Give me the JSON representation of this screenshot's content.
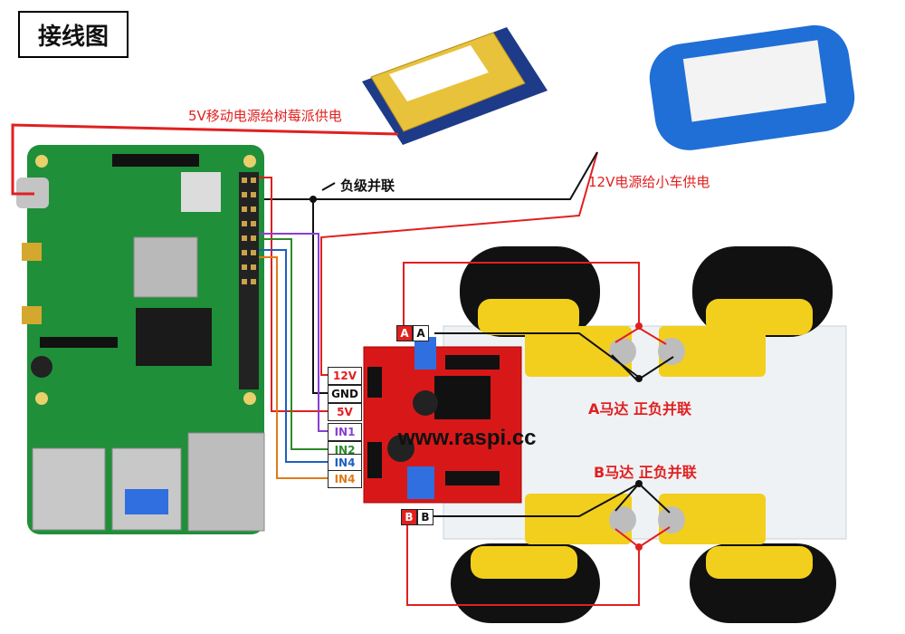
{
  "title": "接线图",
  "captions": {
    "pi_power": "5V移动电源给树莓派供电",
    "car_power": "12V电源给小车供电",
    "ground_parallel": "负级并联",
    "motor_a": "A马达 正负并联",
    "motor_b": "B马达 正负并联"
  },
  "pins": [
    {
      "label": "12V",
      "class": "pin-red"
    },
    {
      "label": "GND",
      "class": "pin-black"
    },
    {
      "label": "5V",
      "class": "pin-red"
    },
    {
      "label": "IN1",
      "class": "pin-purple"
    },
    {
      "label": "IN2",
      "class": "pin-green"
    },
    {
      "label": "IN4",
      "class": "pin-blue"
    },
    {
      "label": "IN4",
      "class": "pin-orange"
    }
  ],
  "terminals": {
    "a1": "A",
    "a2": "A",
    "b1": "B",
    "b2": "B"
  },
  "watermark": "www.raspi.cc",
  "colors": {
    "wire_red": "#e02020",
    "wire_black": "#111111",
    "wire_purple": "#8a3fd0",
    "wire_green": "#2c8a2c",
    "wire_blue": "#1e5fc0",
    "wire_orange": "#e07a18",
    "pcb_green": "#1f8f3a",
    "driver_red": "#d81818",
    "battery_blue": "#1f6fd6"
  }
}
